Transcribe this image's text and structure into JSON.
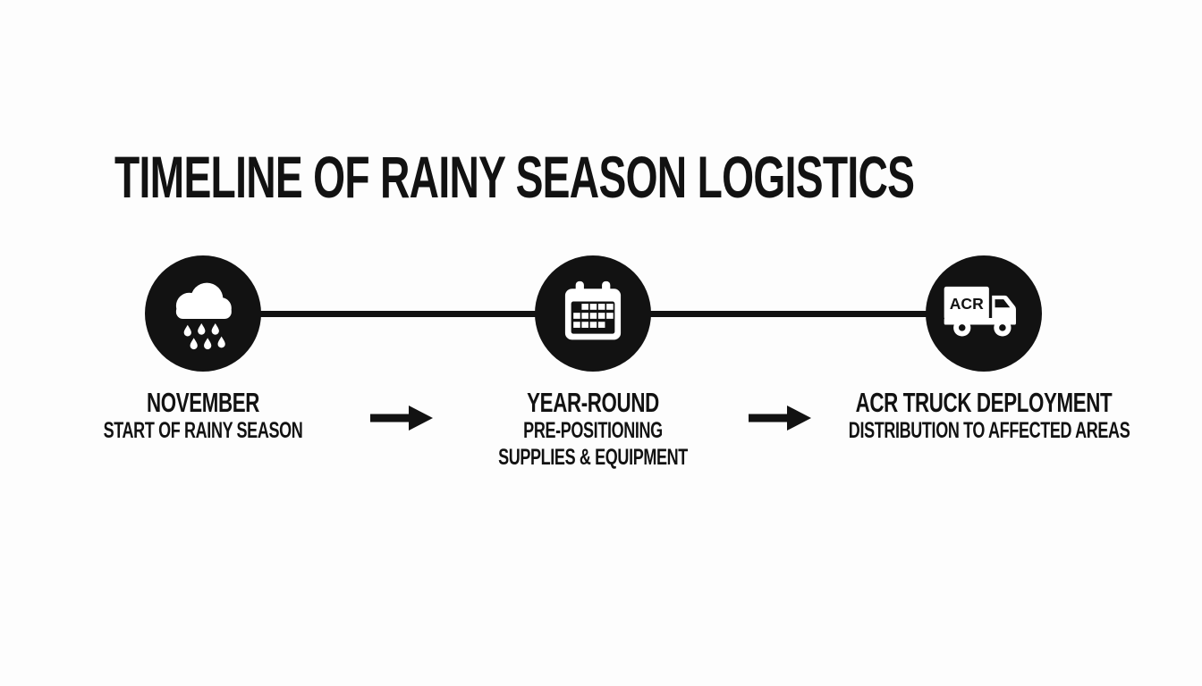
{
  "title": "TIMELINE OF RAINY SEASON LOGISTICS",
  "colors": {
    "background": "#fdfdfd",
    "ink": "#121212"
  },
  "timeline": {
    "nodes": [
      {
        "icon": "rain-cloud-icon",
        "heading": "NOVEMBER",
        "lines": [
          "START OF RAINY SEASON"
        ]
      },
      {
        "icon": "calendar-icon",
        "heading": "YEAR-ROUND",
        "lines": [
          "PRE-POSITIONING",
          "SUPPLIES & EQUIPMENT"
        ]
      },
      {
        "icon": "truck-icon",
        "truck_label": "ACR",
        "heading": "ACR TRUCK DEPLOYMENT",
        "lines": [
          "DISTRIBUTION TO AFFECTED AREAS"
        ]
      }
    ],
    "arrow_icon": "right-arrow-icon"
  }
}
